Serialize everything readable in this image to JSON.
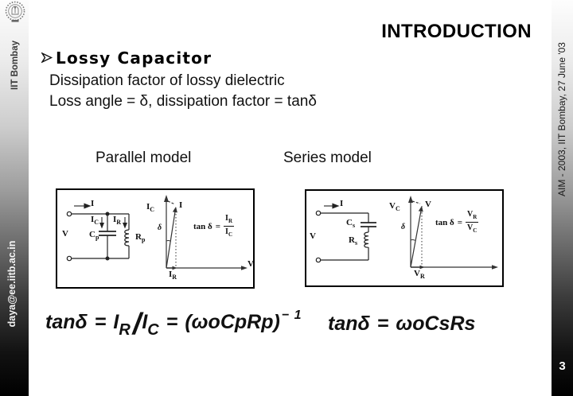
{
  "sidebar_left": {
    "institute": "IIT Bombay",
    "email": "daya@ee.iitb.ac.in"
  },
  "sidebar_right": {
    "conference": "AIM - 2003, IIT Bombay, 27 June '03",
    "page_number": "3"
  },
  "slide": {
    "title": "INTRODUCTION",
    "heading": "Lossy Capacitor",
    "subline1": "Dissipation factor of lossy dielectric",
    "subline2": "Loss angle = δ, dissipation factor = tanδ",
    "parallel_model_label": "Parallel model",
    "series_model_label": "Series model"
  },
  "parallel_fig": {
    "current_label": "I",
    "voltage_label": "V",
    "cap_current": {
      "m": "I",
      "s": "C"
    },
    "res_current": {
      "m": "I",
      "s": "R"
    },
    "capacitor": {
      "m": "C",
      "s": "p"
    },
    "resistor": {
      "m": "R",
      "s": "p"
    },
    "phasor": {
      "vert_label": {
        "m": "I",
        "s": "C"
      },
      "vector_label": "I",
      "angle_label": "δ",
      "horiz_label": "V",
      "horiz_component": {
        "m": "I",
        "s": "R"
      }
    },
    "equation": {
      "lhs": "tan δ",
      "equals": "=",
      "num": {
        "m": "I",
        "s": "R"
      },
      "den": {
        "m": "I",
        "s": "C"
      }
    }
  },
  "series_fig": {
    "current_label": "I",
    "voltage_label": "V",
    "capacitor": {
      "m": "C",
      "s": "s"
    },
    "resistor": {
      "m": "R",
      "s": "s"
    },
    "phasor": {
      "vert_label": {
        "m": "V",
        "s": "C"
      },
      "vector_label": "V",
      "angle_label": "δ",
      "horiz_component": {
        "m": "V",
        "s": "R"
      }
    },
    "equation": {
      "lhs": "tan δ",
      "equals": "=",
      "num": {
        "m": "V",
        "s": "R"
      },
      "den": {
        "m": "V",
        "s": "C"
      }
    }
  },
  "bottom_formulas": {
    "parallel": {
      "lhs": "tanδ",
      "equals1": "=",
      "term1": "I",
      "term1_sub": "R",
      "divider": "/",
      "term2": "I",
      "term2_sub": "C",
      "equals2": "=",
      "expression": "(ωoCpRp)",
      "exponent": "− 1"
    },
    "series": {
      "lhs": "tanδ",
      "equals": "=",
      "rhs": "ωoCsRs"
    }
  },
  "colors": {
    "sidebar_gradient_top": "#fdfdfd",
    "sidebar_gradient_bottom": "#000000",
    "text": "#000000"
  }
}
